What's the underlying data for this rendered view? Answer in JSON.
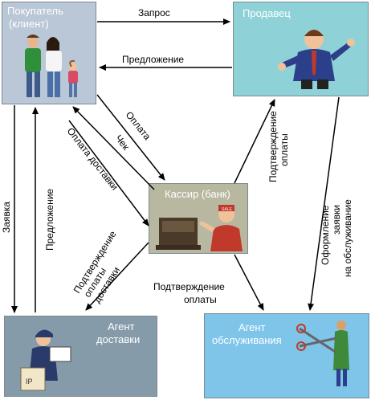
{
  "nodes": {
    "buyer": {
      "label_line1": "Покупатель",
      "label_line2": "(клиент)"
    },
    "seller": {
      "label": "Продавец"
    },
    "cashier": {
      "label": "Кассир (банк)"
    },
    "delivery": {
      "label_line1": "Агент",
      "label_line2": "доставки"
    },
    "service": {
      "label_line1": "Агент",
      "label_line2": "обслуживания"
    }
  },
  "edges": {
    "request": "Запрос",
    "offer_top": "Предложение",
    "payment": "Оплата",
    "receipt": "Чек",
    "delivery_payment": "Оплата доставки",
    "order": "Заявка",
    "offer_left": "Предложение",
    "delivery_confirm_line1": "Подтверждение",
    "delivery_confirm_line2": "оплаты",
    "delivery_confirm_line3": "доставки",
    "seller_confirm_line1": "Подтверждение",
    "seller_confirm_line2": "оплаты",
    "service_order_line1": "Оформление",
    "service_order_line2": "заявки",
    "service_order_line3": "на обслуживание",
    "service_confirm_line1": "Подтверждение",
    "service_confirm_line2": "оплаты"
  },
  "cash_register_sign": "SALE",
  "box_marking": "IP"
}
